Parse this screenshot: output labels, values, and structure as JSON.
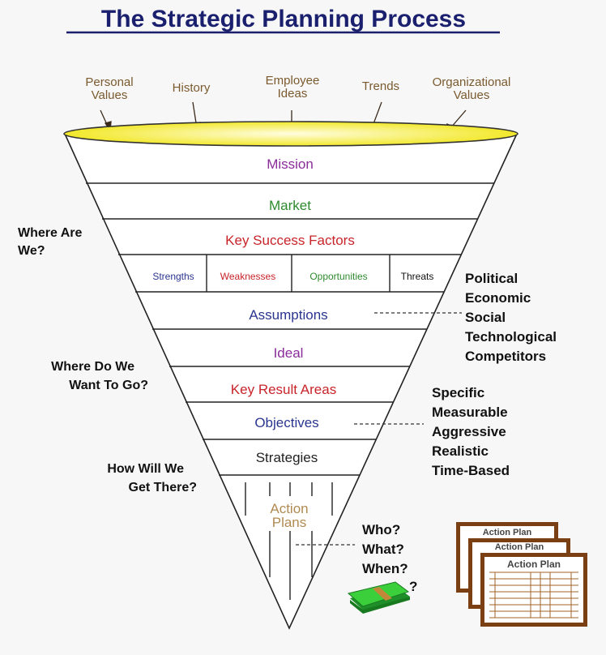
{
  "title": "The Strategic Planning Process",
  "inputs": [
    "Personal",
    "Values",
    "History",
    "Employee",
    "Ideas",
    "Trends",
    "Organizational",
    "Values"
  ],
  "funnel": {
    "mission": "Mission",
    "market": "Market",
    "key_success_factors": "Key Success Factors",
    "swot": [
      "Strengths",
      "Weaknesses",
      "Opportunities",
      "Threats"
    ],
    "assumptions": "Assumptions",
    "ideal": "Ideal",
    "key_result_areas": "Key Result Areas",
    "objectives": "Objectives",
    "strategies": "Strategies",
    "action_plans": [
      "Action",
      "Plans"
    ]
  },
  "questions": {
    "where_are_we": [
      "Where Are",
      "We?"
    ],
    "where_go": [
      "Where Do We",
      "Want To Go?"
    ],
    "how_get": [
      "How Will We",
      "Get There?"
    ]
  },
  "pest": [
    "Political",
    "Economic",
    "Social",
    "Technological",
    "Competitors"
  ],
  "smart": [
    "Specific",
    "Measurable",
    "Aggressive",
    "Realistic",
    "Time-Based"
  ],
  "w_questions": [
    "Who?",
    "What?",
    "When?",
    "?"
  ],
  "action_plan_card": "Action Plan",
  "colors": {
    "title": "#1a1f6e",
    "purple": "#8b2c9b",
    "green": "#2e8a2e",
    "red": "#c8242a",
    "blue": "#2a3590",
    "tan": "#b08a50",
    "brown": "#7a3f12",
    "yellow": "#f4ee3a"
  }
}
